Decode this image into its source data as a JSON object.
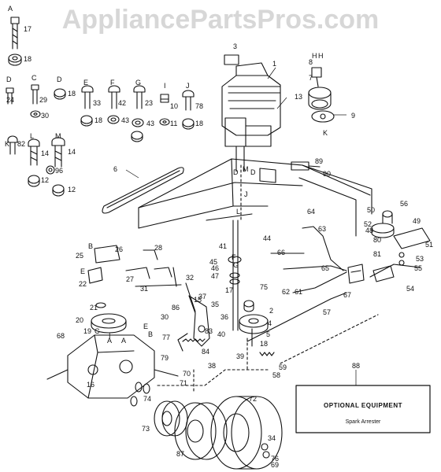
{
  "watermark": "AppliancePartsPros.com",
  "hardware_legend": [
    {
      "letter": "A",
      "part": "17",
      "nut": "18"
    },
    {
      "letter": "D",
      "part": "24"
    },
    {
      "letter": "C",
      "part": "29",
      "nut": "30"
    },
    {
      "letter": "D",
      "part": "18"
    },
    {
      "letter": "E",
      "part": "33",
      "nut": "18"
    },
    {
      "letter": "F",
      "part": "42",
      "nut": "43"
    },
    {
      "letter": "G",
      "part": "23",
      "nut": "43"
    },
    {
      "letter": "I",
      "part": "10",
      "nut": "11"
    },
    {
      "letter": "J",
      "part": "78",
      "nut": "18"
    },
    {
      "letter": "K",
      "part": "82"
    },
    {
      "letter": "L",
      "part": "14",
      "nut": "12",
      "washer": "96"
    },
    {
      "letter": "M",
      "part": "14",
      "nut": "12"
    }
  ],
  "callouts": [
    "1",
    "2",
    "3",
    "4",
    "5",
    "6",
    "7",
    "8",
    "9",
    "13",
    "15",
    "16",
    "17",
    "18",
    "19",
    "20",
    "21",
    "22",
    "25",
    "26",
    "27",
    "28",
    "30",
    "31",
    "32",
    "34",
    "35",
    "36",
    "37",
    "38",
    "39",
    "40",
    "41",
    "44",
    "45",
    "46",
    "47",
    "48",
    "49",
    "50",
    "51",
    "52",
    "53",
    "54",
    "55",
    "56",
    "57",
    "58",
    "59",
    "61",
    "62",
    "63",
    "64",
    "65",
    "66",
    "67",
    "68",
    "69",
    "70",
    "71",
    "72",
    "73",
    "74",
    "75",
    "76",
    "77",
    "79",
    "80",
    "81",
    "83",
    "84",
    "86",
    "87",
    "88",
    "89",
    "90"
  ],
  "letters": [
    "A",
    "B",
    "C",
    "D",
    "E",
    "F",
    "G",
    "H",
    "I",
    "J",
    "K",
    "L",
    "M"
  ],
  "optional_box": {
    "callout": "88",
    "title": "OPTIONAL EQUIPMENT",
    "item": "Spark Arrester"
  }
}
